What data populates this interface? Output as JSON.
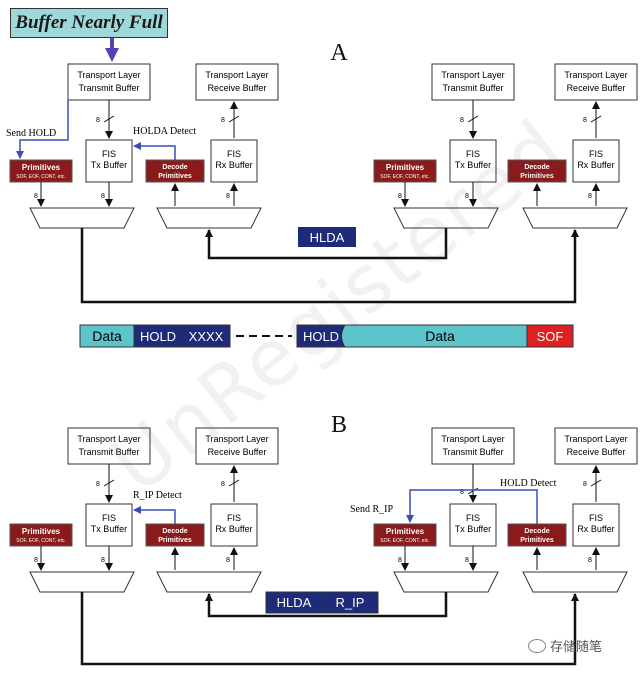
{
  "banner": "Buffer Nearly Full",
  "panels": {
    "a": {
      "letter": "A"
    },
    "b": {
      "letter": "B"
    }
  },
  "blocks": {
    "transport_tx": "Transport Layer Transmit Buffer",
    "transport_rx": "Transport Layer Receive Buffer",
    "fis_tx": "FIS Tx Buffer",
    "fis_rx": "FIS Rx Buffer",
    "primitives": "Primitives",
    "primitives_sub": "SOF, EOF, CONT, etc.",
    "decode": "Decode Primitives"
  },
  "bus_width": "8",
  "labels_a": {
    "send_hold": "Send HOLD",
    "holda_detect": "HOLDA Detect",
    "hlda": "HLDA"
  },
  "frame": {
    "data_left": "Data",
    "hold": "HOLD",
    "xxxx": "XXXX",
    "hold_right": "HOLD",
    "data_right": "Data",
    "sof": "SOF"
  },
  "labels_b": {
    "r_ip_detect": "R_IP Detect",
    "send_r_ip": "Send R_IP",
    "hold_detect": "HOLD Detect",
    "hlda": "HLDA",
    "r_ip": "R_IP"
  },
  "watermark": "UnRegistered",
  "wechat": "存储随笔",
  "colors": {
    "banner": "#9fd8d8",
    "primitives": "#8b1a1a",
    "navy": "#1e2a7a",
    "teal": "#5ec4cc",
    "sof": "#e02020",
    "arrow_blue": "#3a4fb8"
  }
}
